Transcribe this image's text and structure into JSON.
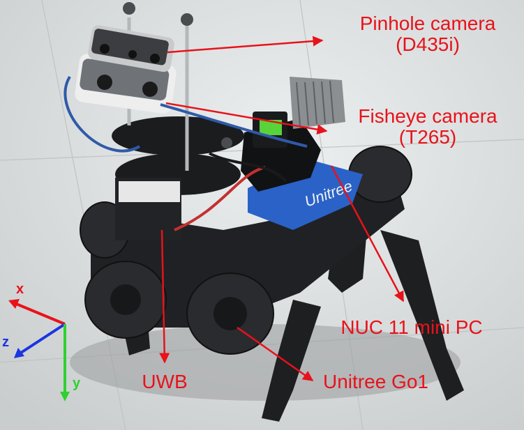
{
  "labels": {
    "pinhole_line1": "Pinhole camera",
    "pinhole_line2": "(D435i)",
    "fisheye_line1": "Fisheye camera",
    "fisheye_line2": "(T265)",
    "nuc": "NUC 11 mini PC",
    "uwb": "UWB",
    "unitree_go1": "Unitree Go1"
  },
  "axes": {
    "x": "x",
    "y": "y",
    "z": "z"
  },
  "device_text": {
    "brand": "Unitree"
  },
  "colors": {
    "label_red": "#e8121a",
    "axis_x": "#e8121a",
    "axis_y": "#2fd12f",
    "axis_z": "#1b35e0",
    "floor": "#d9dcdd",
    "robot_body": "#1c1d1f",
    "battery_blue": "#2a62c8"
  }
}
